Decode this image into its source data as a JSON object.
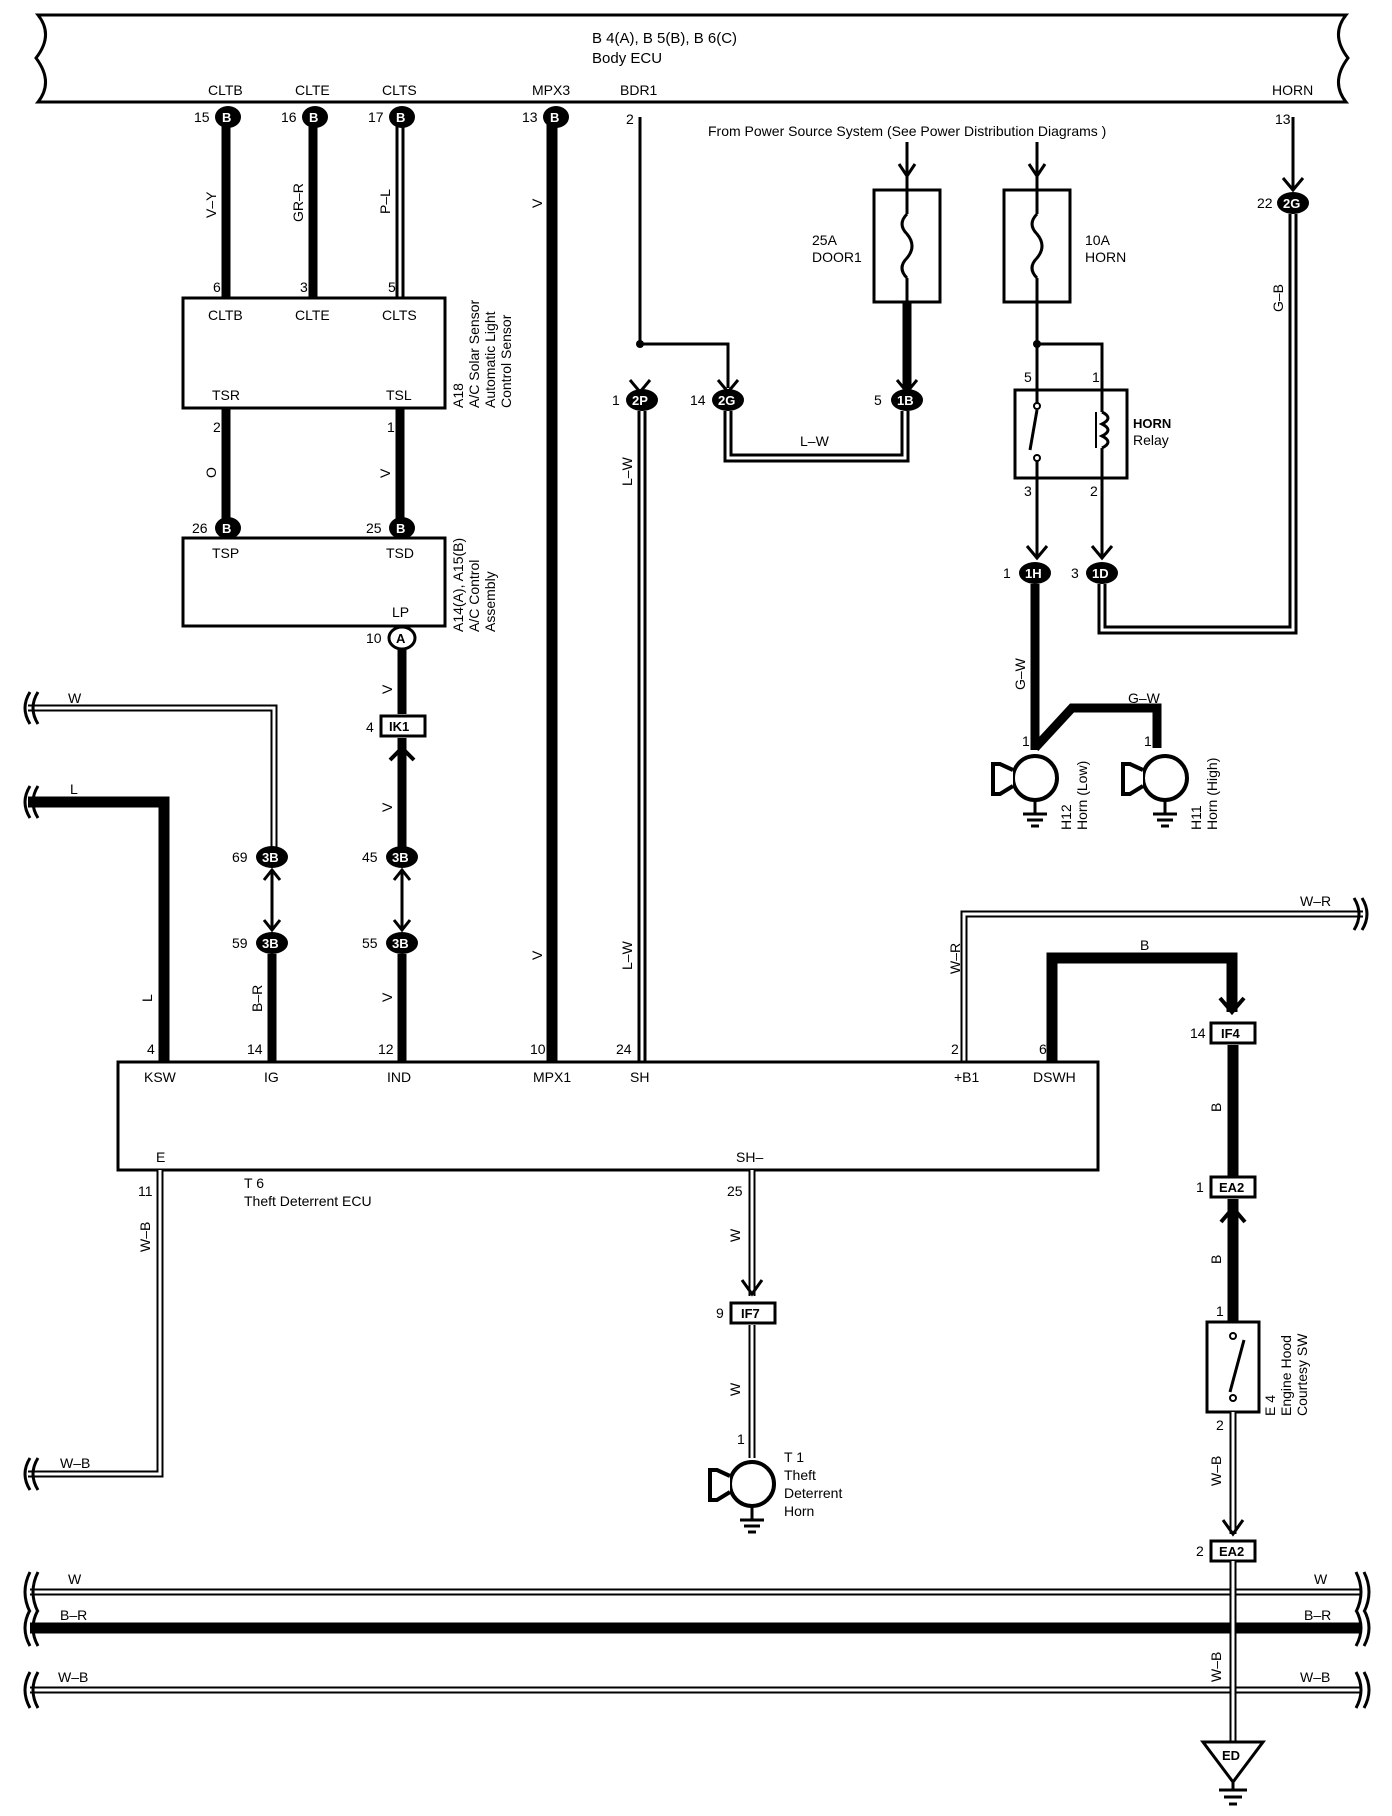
{
  "body_ecu": {
    "code": "B 4(A), B 5(B), B 6(C)",
    "name": "Body ECU",
    "pins": [
      "CLTB",
      "CLTE",
      "CLTS",
      "MPX3",
      "BDR1",
      "HORN"
    ],
    "pin_numbers": [
      "15",
      "16",
      "17",
      "13",
      "2",
      "13"
    ],
    "connectors": [
      "B",
      "B",
      "B",
      "B"
    ]
  },
  "power_source": "From Power Source System  (See Power Distribution Diagrams )",
  "fuses": [
    {
      "amp": "25A",
      "name": "DOOR1"
    },
    {
      "amp": "10A",
      "name": "HORN"
    }
  ],
  "horn_relay": {
    "name": "HORN",
    "suffix": "Relay",
    "pins": [
      "5",
      "1",
      "3",
      "2"
    ]
  },
  "solar_sensor": {
    "code": "A18",
    "lines": [
      "A/C Solar Sensor",
      "Automatic Light",
      "Control Sensor"
    ],
    "pins_top": [
      "CLTB",
      "CLTE",
      "CLTS"
    ],
    "pin_nums_top": [
      "6",
      "3",
      "5"
    ],
    "pins_bottom": [
      "TSR",
      "TSL"
    ],
    "pin_nums_bottom": [
      "2",
      "1"
    ]
  },
  "ac_control": {
    "code": "A14(A), A15(B)",
    "lines": [
      "A/C Control",
      "Assembly"
    ],
    "pins": [
      "TSP",
      "TSD",
      "LP"
    ],
    "pin_nums": [
      "26",
      "25",
      "10"
    ],
    "connectors": [
      "B",
      "B",
      "A"
    ]
  },
  "theft_ecu": {
    "code": "T 6",
    "name": "Theft Deterrent ECU",
    "pins_top": [
      "KSW",
      "IG",
      "IND",
      "MPX1",
      "SH",
      "+B1",
      "DSWH"
    ],
    "pin_nums_top": [
      "4",
      "14",
      "12",
      "10",
      "24",
      "2",
      "6"
    ],
    "pins_bottom": [
      "E",
      "SH–"
    ],
    "pin_nums_bottom": [
      "11",
      "25"
    ]
  },
  "theft_horn": {
    "code": "T 1",
    "lines": [
      "Theft",
      "Deterrent",
      "Horn"
    ],
    "pin": "1"
  },
  "horn_low": {
    "code": "H12",
    "name": "Horn (Low)",
    "pin": "1"
  },
  "horn_high": {
    "code": "H11",
    "name": "Horn (High)",
    "pin": "1"
  },
  "hood_sw": {
    "code": "E 4",
    "lines": [
      "Engine Hood",
      "Courtesy SW"
    ],
    "pins": [
      "1",
      "2"
    ]
  },
  "junctions": {
    "j2P": {
      "pin": "1",
      "label": "2P"
    },
    "j2G14": {
      "pin": "14",
      "label": "2G"
    },
    "j1B": {
      "pin": "5",
      "label": "1B"
    },
    "j2G22": {
      "pin": "22",
      "label": "2G"
    },
    "j1H": {
      "pin": "1",
      "label": "1H"
    },
    "j1D": {
      "pin": "3",
      "label": "1D"
    },
    "j3B69": {
      "pin": "69",
      "label": "3B"
    },
    "j3B59": {
      "pin": "59",
      "label": "3B"
    },
    "j3B45": {
      "pin": "45",
      "label": "3B"
    },
    "j3B55": {
      "pin": "55",
      "label": "3B"
    },
    "jED": {
      "label": "ED"
    }
  },
  "connectors": {
    "IK1": {
      "pin": "4",
      "label": "IK1"
    },
    "IF4": {
      "pin": "14",
      "label": "IF4"
    },
    "EA2a": {
      "pin": "1",
      "label": "EA2"
    },
    "EA2b": {
      "pin": "2",
      "label": "EA2"
    },
    "IF7": {
      "pin": "9",
      "label": "IF7"
    }
  },
  "wire_colors": {
    "vy": "V–Y",
    "grr": "GR–R",
    "pl": "P–L",
    "v": "V",
    "o": "O",
    "lw": "L–W",
    "gb": "G–B",
    "gw": "G–W",
    "w": "W",
    "l": "L",
    "br": "B–R",
    "wr": "W–R",
    "b": "B",
    "wb": "W–B"
  }
}
